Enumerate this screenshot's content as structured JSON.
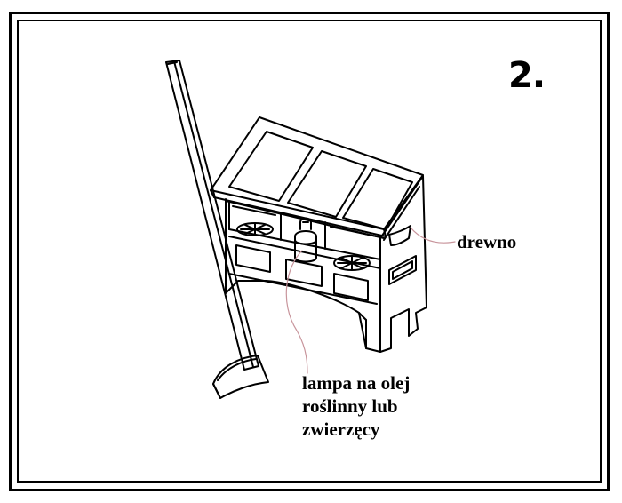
{
  "figure": {
    "step_number": "2.",
    "labels": {
      "wood": "drewno",
      "lamp_line1": "lampa na olej",
      "lamp_line2": "roślinny lub",
      "lamp_line3": "zwierzęcy"
    },
    "leader_color": "#c8959c"
  }
}
